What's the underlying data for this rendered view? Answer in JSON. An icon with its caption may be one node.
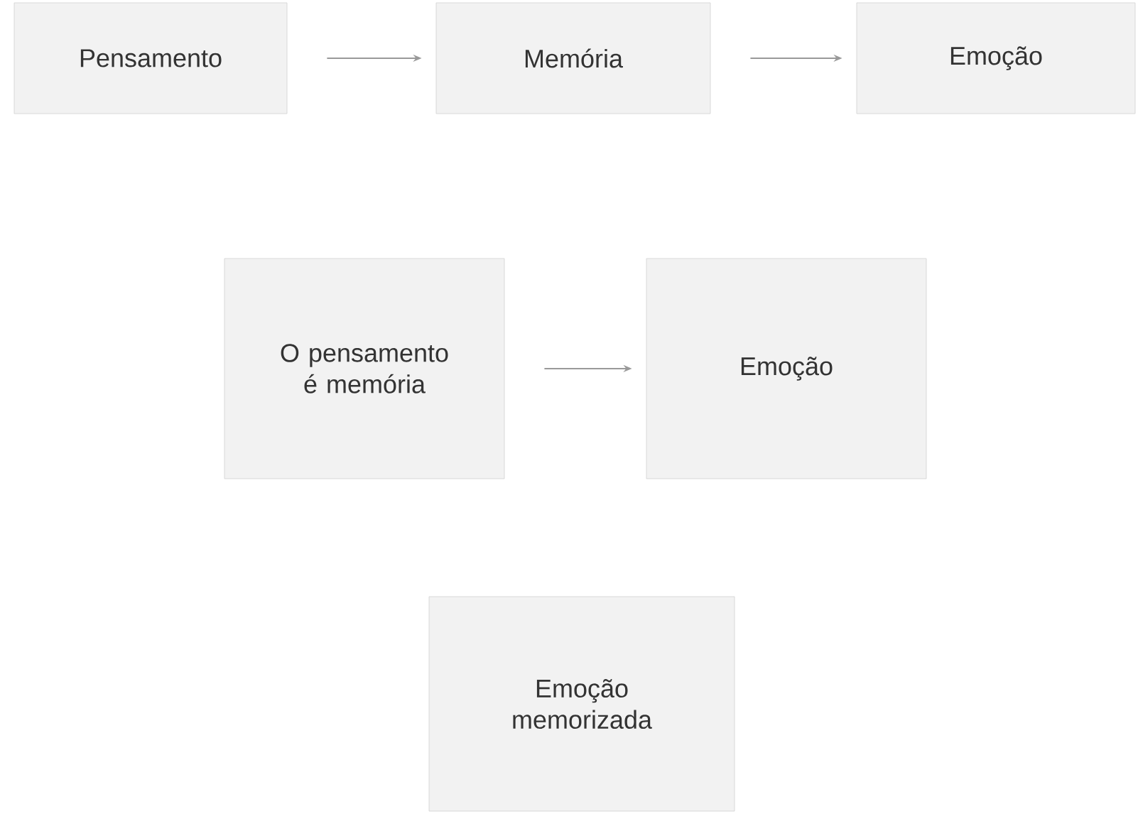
{
  "diagram": {
    "nodes": [
      {
        "text": [
          "Pensamento"
        ]
      },
      {
        "text": [
          "Memória"
        ]
      },
      {
        "text": [
          "Emoção"
        ]
      },
      {
        "text": [
          "O pensamento é memória"
        ]
      },
      {
        "text": [
          "Emoção"
        ]
      },
      {
        "text": [
          "Emoção memorizada"
        ]
      }
    ],
    "edges": [
      {
        "from": 0,
        "to": 1,
        "arrow": "to"
      },
      {
        "from": 1,
        "to": 2,
        "arrow": "to"
      },
      {
        "from": 3,
        "to": 4,
        "arrow": "to"
      }
    ]
  }
}
